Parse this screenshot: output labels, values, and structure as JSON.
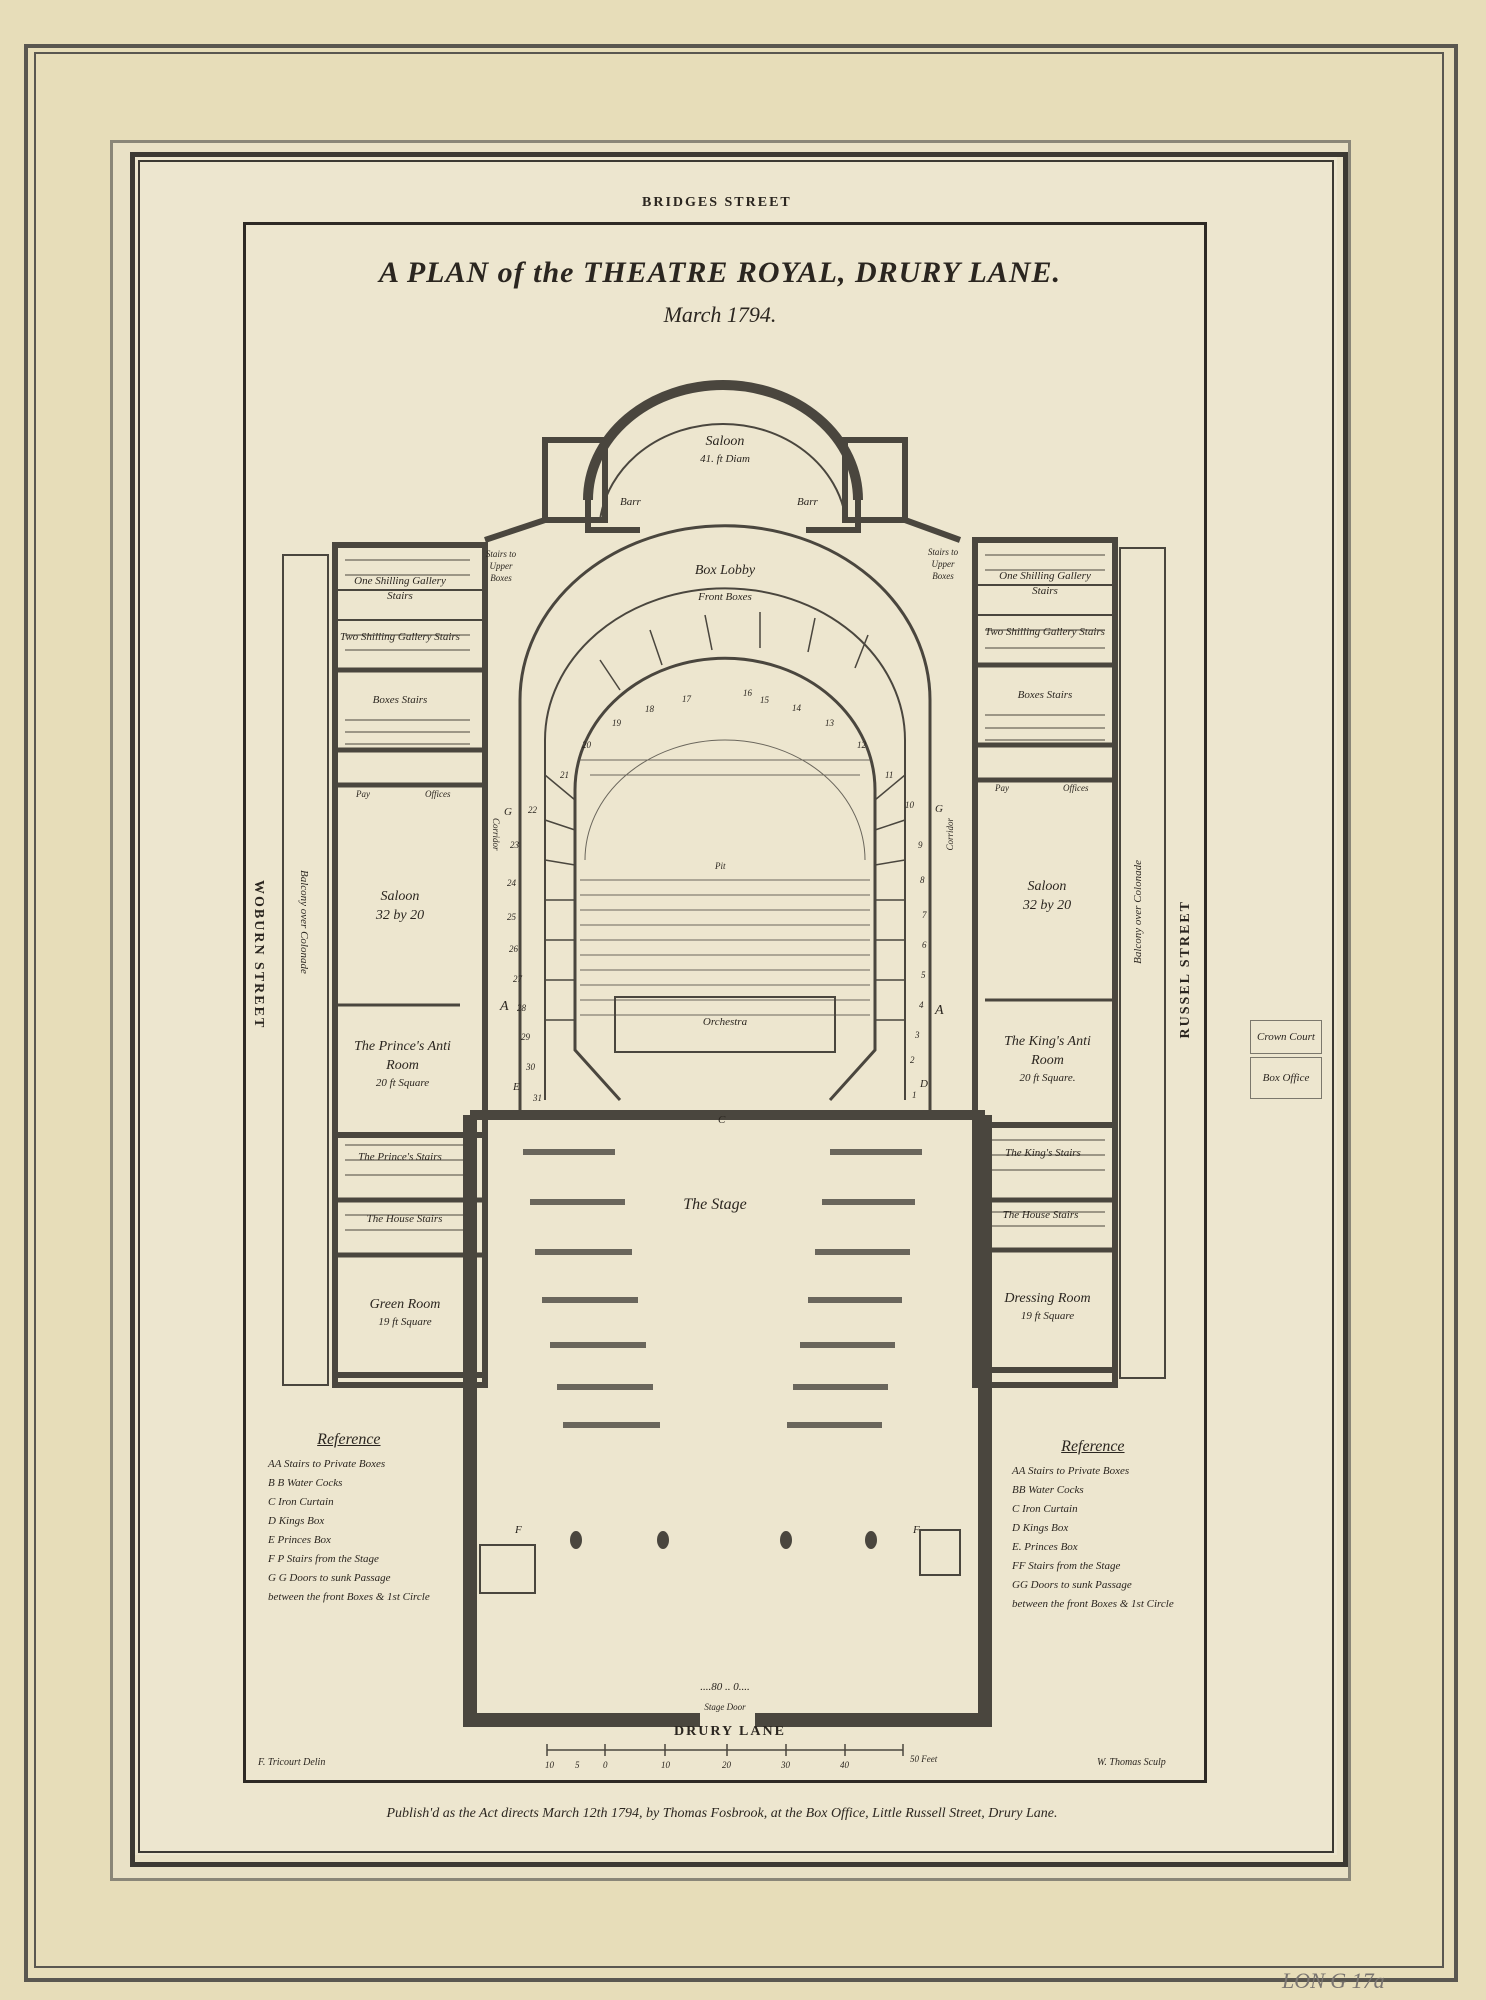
{
  "title": "A PLAN of the THEATRE ROYAL, DRURY LANE.",
  "subtitle": "March 1794.",
  "streets": {
    "north": "BRIDGES STREET",
    "south": "DRURY LANE",
    "west": "WOBURN STREET",
    "east": "RUSSEL STREET"
  },
  "balconies": {
    "west": "Balcony over Colonade",
    "east": "Balcony over Colonade"
  },
  "rooms": {
    "saloon_top": "Saloon",
    "saloon_top_size": "41. ft Diam",
    "barr_left": "Barr",
    "barr_right": "Barr",
    "box_lobby": "Box Lobby",
    "front_boxes": "Front Boxes",
    "stairs_upper_left": "Stairs to Upper Boxes",
    "stairs_upper_right": "Stairs to Upper Boxes",
    "one_shilling_left": "One Shilling Gallery Stairs",
    "two_shilling_left": "Two Shilling Gallery Stairs",
    "boxes_stairs_left": "Boxes Stairs",
    "one_shilling_right": "One Shilling Gallery Stairs",
    "two_shilling_right": "Two Shilling Gallery Stairs",
    "boxes_stairs_right": "Boxes Stairs",
    "pay_left": "Pay",
    "offices_left": "Offices",
    "pay_right": "Pay",
    "offices_right": "Offices",
    "corridor_left": "Corridor",
    "corridor_right": "Corridor",
    "saloon_left": "Saloon",
    "saloon_left_size": "32 by 20",
    "saloon_right": "Saloon",
    "saloon_right_size": "32 by 20",
    "pit": "Pit",
    "orchestra": "Orchestra",
    "princes_anti": "The Prince's Anti Room",
    "princes_anti_size": "20 ft Square",
    "kings_anti": "The King's Anti Room",
    "kings_anti_size": "20 ft Square.",
    "princes_stairs": "The Prince's Stairs",
    "kings_stairs": "The King's Stairs",
    "house_stairs_left": "The House Stairs",
    "house_stairs_right": "The House Stairs",
    "green_room": "Green Room",
    "green_room_size": "19 ft Square",
    "dressing_room": "Dressing Room",
    "dressing_room_size": "19 ft Square",
    "stage": "The Stage",
    "stage_width": "....80 .. 0....",
    "stage_door": "Stage Door"
  },
  "letters": {
    "a_left": "A",
    "a_right": "A",
    "c": "C",
    "d": "D",
    "e": "E",
    "f_left": "F",
    "f_right": "F",
    "g_left": "G",
    "g_right": "G"
  },
  "box_numbers": {
    "right_side": [
      "1",
      "2",
      "3",
      "4",
      "5",
      "6",
      "7",
      "8",
      "9",
      "10",
      "11",
      "12",
      "13",
      "14",
      "15",
      "16"
    ],
    "left_side": [
      "17",
      "18",
      "19",
      "20",
      "21",
      "22",
      "23",
      "24",
      "25",
      "26",
      "27",
      "28",
      "29",
      "30",
      "31"
    ]
  },
  "reference_left": {
    "heading": "Reference",
    "items": [
      "AA Stairs to Private Boxes",
      "B B Water Cocks",
      "C Iron Curtain",
      "D Kings Box",
      "E Princes Box",
      "F P Stairs from the Stage",
      "G G Doors to sunk Passage",
      "between the front Boxes & 1st Circle"
    ]
  },
  "reference_right": {
    "heading": "Reference",
    "items": [
      "AA Stairs to Private Boxes",
      "BB Water Cocks",
      "C Iron Curtain",
      "D Kings Box",
      "E. Princes Box",
      "FF Stairs from the Stage",
      "GG Doors to sunk Passage",
      "between the front Boxes & 1st Circle"
    ]
  },
  "scale": {
    "ticks": [
      "10",
      "5",
      "0",
      "10",
      "20",
      "30",
      "40"
    ],
    "end_label": "50 Feet"
  },
  "credits": {
    "left": "F. Tricourt Delin",
    "right": "W. Thomas Sculp"
  },
  "side_boxes": {
    "crown_court": "Crown Court",
    "box_office": "Box Office"
  },
  "imprint": "Publish'd as the Act directs March 12th 1794, by Thomas Fosbrook, at the Box Office, Little Russell Street, Drury Lane.",
  "catalog_mark": "LON G 17a",
  "colors": {
    "paper": "#ede6cf",
    "mount": "#e7ddb9",
    "ink": "#2b2620",
    "wall": "#55524a"
  }
}
